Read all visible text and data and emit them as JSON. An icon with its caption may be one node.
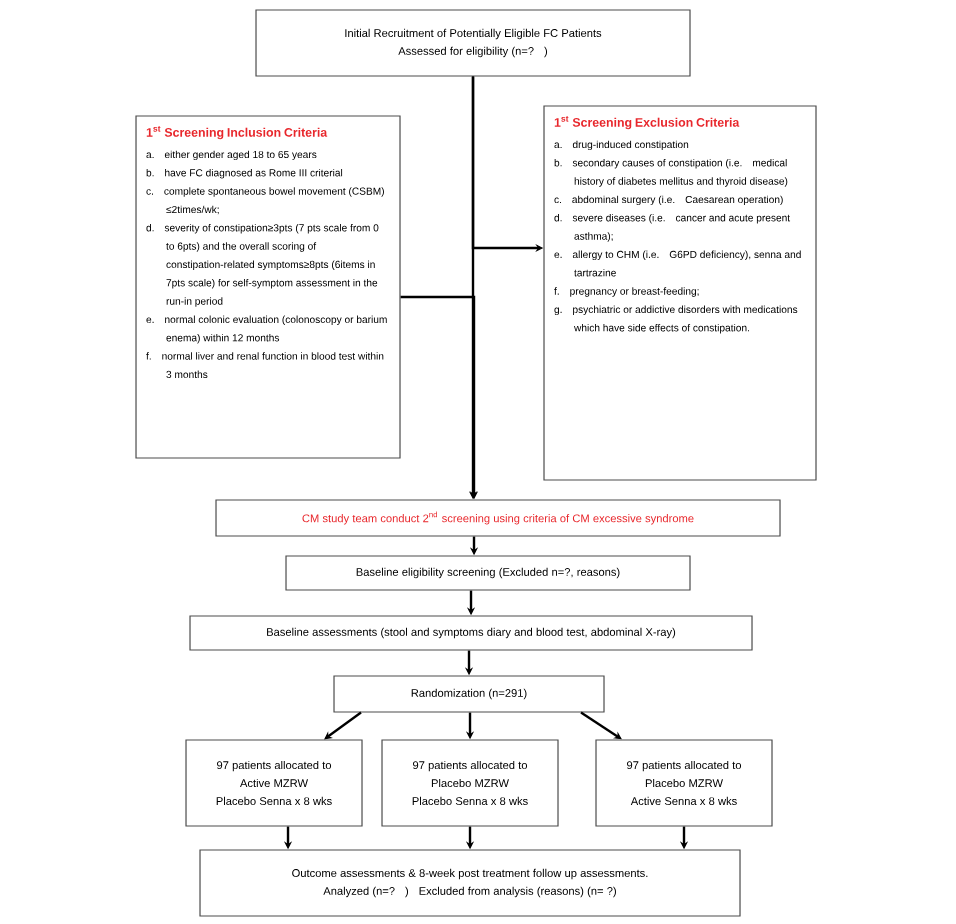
{
  "diagram": {
    "nodes": [
      {
        "text": [
          "Initial Recruitment of Potentially Eligible FC Patients",
          "Assessed for eligibility (n=? )"
        ]
      },
      {
        "text": [
          "1$^{st}$ Screening Inclusion Criteria",
          "a. either gender aged 18 to 65 years",
          "b. have FC diagnosed as Rome III criterial",
          "c. complete spontaneous bowel movement (CSBM) ≤2times/wk;",
          "d. severity of constipation≥3pts (7 pts scale from 0 to 6pts) and the overall scoring of constipation-related symptoms≥8pts (6items in 7pts scale) for self-symptom assessment in the run-in period",
          "e. normal colonic evaluation (colonoscopy or barium enema) within 12 months",
          "f. normal liver and renal function in blood test within 3 months"
        ]
      },
      {
        "text": [
          "1$^{st}$ Screening Exclusion Criteria",
          "a. drug-induced constipation",
          "b. secondary causes of constipation (i.e. medical history of diabetes mellitus and thyroid disease)",
          "c. abdominal surgery (i.e. Caesarean operation)",
          "d. severe diseases (i.e. cancer and acute present asthma);",
          "e. allergy to CHM (i.e. G6PD deficiency), senna and tartrazine",
          "f. pregnancy or breast-feeding;",
          "g. psychiatric or addictive disorders with medications which have side effects of constipation."
        ]
      },
      {
        "text": [
          "CM study team conduct 2$^{nd}$ screening using criteria of CM excessive syndrome"
        ]
      },
      {
        "text": [
          "Baseline eligibility screening (Excluded n=?, reasons)"
        ]
      },
      {
        "text": [
          "Baseline assessments (stool and symptoms diary and blood test, abdominal X-ray)"
        ]
      },
      {
        "text": [
          "Randomization (n=291)"
        ]
      },
      {
        "text": [
          "97 patients allocated to",
          "Active MZRW",
          "Placebo Senna x 8 wks"
        ]
      },
      {
        "text": [
          "97 patients allocated to",
          "Placebo MZRW",
          "Placebo Senna x 8 wks"
        ]
      },
      {
        "text": [
          "97 patients allocated to",
          "Placebo MZRW",
          "Active Senna x 8 wks"
        ]
      },
      {
        "text": [
          "Outcome assessments & 8-week post treatment follow up assessments.",
          "Analyzed (n=? ) Excluded from analysis (reasons) (n= ?)"
        ]
      }
    ],
    "edges": [
      {
        "from": 0,
        "to": 3,
        "arrow": "to"
      },
      {
        "from": 0,
        "to": 2,
        "arrow": "to"
      },
      {
        "from": 1,
        "to": 3,
        "arrow": "to"
      },
      {
        "from": 3,
        "to": 4,
        "arrow": "to"
      },
      {
        "from": 4,
        "to": 5,
        "arrow": "to"
      },
      {
        "from": 5,
        "to": 6,
        "arrow": "to"
      },
      {
        "from": 6,
        "to": 7,
        "arrow": "to"
      },
      {
        "from": 6,
        "to": 8,
        "arrow": "to"
      },
      {
        "from": 6,
        "to": 9,
        "arrow": "to"
      },
      {
        "from": 7,
        "to": 10,
        "arrow": "to"
      },
      {
        "from": 8,
        "to": 10,
        "arrow": "to"
      },
      {
        "from": 9,
        "to": 10,
        "arrow": "to"
      }
    ]
  }
}
